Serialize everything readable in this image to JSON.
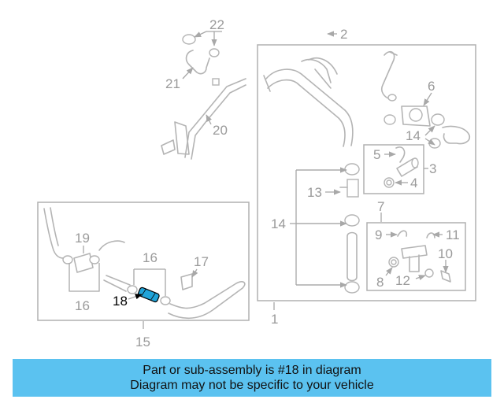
{
  "colors": {
    "highlight": "#1fa3d8",
    "banner": "#5bc2f0",
    "line": "#b4b4b4",
    "label": "#9a9a9a"
  },
  "callouts": {
    "c1": "1",
    "c2": "2",
    "c3": "3",
    "c4": "4",
    "c5": "5",
    "c6": "6",
    "c7": "7",
    "c8": "8",
    "c9": "9",
    "c10": "10",
    "c11": "11",
    "c12": "12",
    "c13": "13",
    "c14a": "14",
    "c14b": "14",
    "c15": "15",
    "c16a": "16",
    "c16b": "16",
    "c17": "17",
    "c18": "18",
    "c19": "19",
    "c20": "20",
    "c21": "21",
    "c22": "22"
  },
  "highlighted_part": "18",
  "banner": {
    "line1": "Part or sub-assembly is #18 in diagram",
    "line2": "Diagram may not be specific to your vehicle"
  }
}
